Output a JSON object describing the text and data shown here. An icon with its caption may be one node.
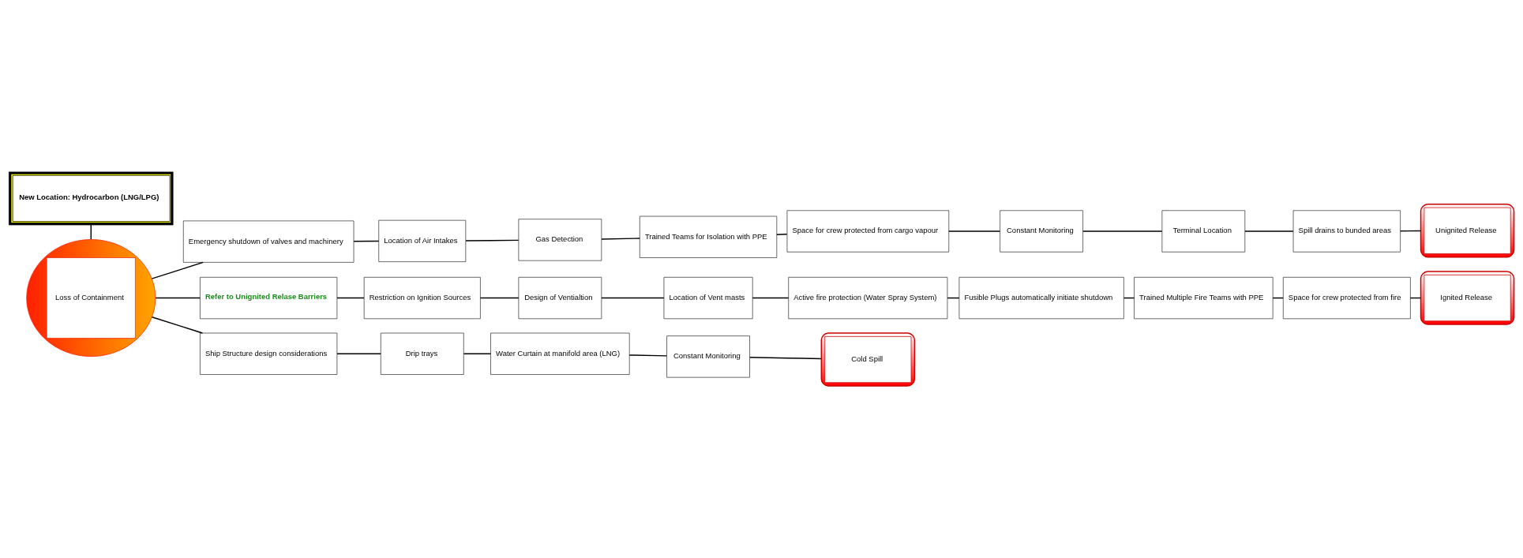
{
  "diagram": {
    "nodes": [
      {
        "text": [
          "New Location: Hydrocarbon (LNG/LPG)"
        ]
      },
      {
        "text": [
          "Loss of Containment"
        ]
      },
      {
        "text": [
          "Emergency shutdown of valves and machinery"
        ]
      },
      {
        "text": [
          "Location of Air Intakes"
        ]
      },
      {
        "text": [
          "Gas Detection"
        ]
      },
      {
        "text": [
          "Trained Teams for Isolation with PPE"
        ]
      },
      {
        "text": [
          "Space for crew protected from cargo vapour"
        ]
      },
      {
        "text": [
          "Constant Monitoring"
        ]
      },
      {
        "text": [
          "Terminal Location"
        ]
      },
      {
        "text": [
          "Spill drains to bunded areas"
        ]
      },
      {
        "text": [
          "Unignited Release"
        ]
      },
      {
        "text": [
          "Refer to Unignited Relase Barriers"
        ]
      },
      {
        "text": [
          "Restriction on Ignition Sources"
        ]
      },
      {
        "text": [
          "Design of Ventialtion"
        ]
      },
      {
        "text": [
          "Location of Vent masts"
        ]
      },
      {
        "text": [
          "Active fire protection (Water Spray System)"
        ]
      },
      {
        "text": [
          "Fusible Plugs automatically initiate shutdown"
        ]
      },
      {
        "text": [
          "Trained Multiple Fire Teams with PPE"
        ]
      },
      {
        "text": [
          "Space for crew protected from fire"
        ]
      },
      {
        "text": [
          "Ignited Release"
        ]
      },
      {
        "text": [
          "Ship Structure design considerations"
        ]
      },
      {
        "text": [
          "Drip trays"
        ]
      },
      {
        "text": [
          "Water Curtain at manifold area (LNG)"
        ]
      },
      {
        "text": [
          "Constant Monitoring"
        ]
      },
      {
        "text": [
          "Cold Spill"
        ]
      }
    ],
    "edges": [
      {
        "from": 0,
        "to": 1,
        "arrow": "none"
      },
      {
        "from": 1,
        "to": 2,
        "arrow": "none"
      },
      {
        "from": 2,
        "to": 3,
        "arrow": "none"
      },
      {
        "from": 3,
        "to": 4,
        "arrow": "none"
      },
      {
        "from": 4,
        "to": 5,
        "arrow": "none"
      },
      {
        "from": 5,
        "to": 6,
        "arrow": "none"
      },
      {
        "from": 6,
        "to": 7,
        "arrow": "none"
      },
      {
        "from": 7,
        "to": 8,
        "arrow": "none"
      },
      {
        "from": 8,
        "to": 9,
        "arrow": "none"
      },
      {
        "from": 9,
        "to": 10,
        "arrow": "none"
      },
      {
        "from": 1,
        "to": 11,
        "arrow": "none"
      },
      {
        "from": 11,
        "to": 12,
        "arrow": "none"
      },
      {
        "from": 12,
        "to": 13,
        "arrow": "none"
      },
      {
        "from": 13,
        "to": 14,
        "arrow": "none"
      },
      {
        "from": 14,
        "to": 15,
        "arrow": "none"
      },
      {
        "from": 15,
        "to": 16,
        "arrow": "none"
      },
      {
        "from": 16,
        "to": 17,
        "arrow": "none"
      },
      {
        "from": 17,
        "to": 18,
        "arrow": "none"
      },
      {
        "from": 18,
        "to": 19,
        "arrow": "none"
      },
      {
        "from": 1,
        "to": 20,
        "arrow": "none"
      },
      {
        "from": 20,
        "to": 21,
        "arrow": "none"
      },
      {
        "from": 21,
        "to": 22,
        "arrow": "none"
      },
      {
        "from": 22,
        "to": 23,
        "arrow": "none"
      },
      {
        "from": 23,
        "to": 24,
        "arrow": "none"
      }
    ]
  }
}
